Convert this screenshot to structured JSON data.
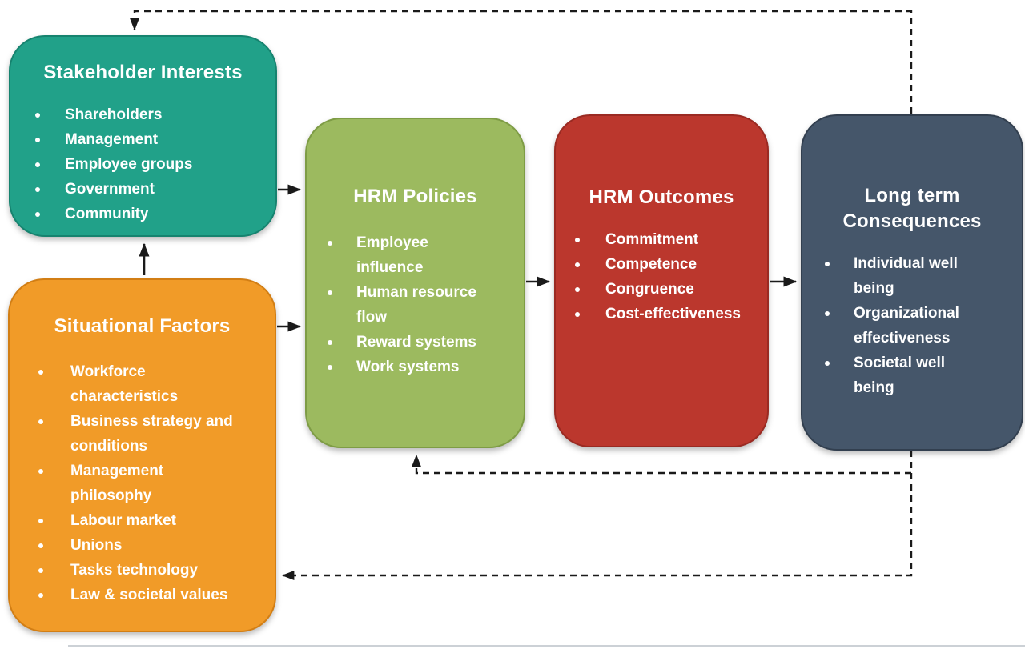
{
  "diagram": {
    "line_color": "#1a1a1a",
    "background": "#ffffff",
    "bottom_edge_color": "#ccd1d6",
    "boxes": {
      "stakeholder": {
        "title": "Stakeholder Interests",
        "fill": "#21A189",
        "border": "#16836F",
        "items": [
          "Shareholders",
          "Management",
          "Employee groups",
          "Government",
          "Community"
        ]
      },
      "situational": {
        "title": "Situational Factors",
        "fill": "#F19B28",
        "border": "#D27E14",
        "items": [
          "Workforce characteristics",
          "Business strategy and conditions",
          "Management philosophy",
          "Labour market",
          "Unions",
          "Tasks technology",
          "Law & societal values"
        ]
      },
      "policies": {
        "title": "HRM Policies",
        "fill": "#9CBA5F",
        "border": "#7E9C45",
        "items": [
          "Employee influence",
          "Human resource flow",
          "Reward systems",
          "Work systems"
        ]
      },
      "outcomes": {
        "title": "HRM Outcomes",
        "fill": "#BB372D",
        "border": "#9A2A22",
        "items": [
          "Commitment",
          "Competence",
          "Congruence",
          "Cost-effectiveness"
        ]
      },
      "longterm": {
        "title": "Long term Consequences",
        "fill": "#45566A",
        "border": "#323F4F",
        "items": [
          "Individual well being",
          "Organizational effectiveness",
          "Societal well being"
        ]
      }
    }
  }
}
